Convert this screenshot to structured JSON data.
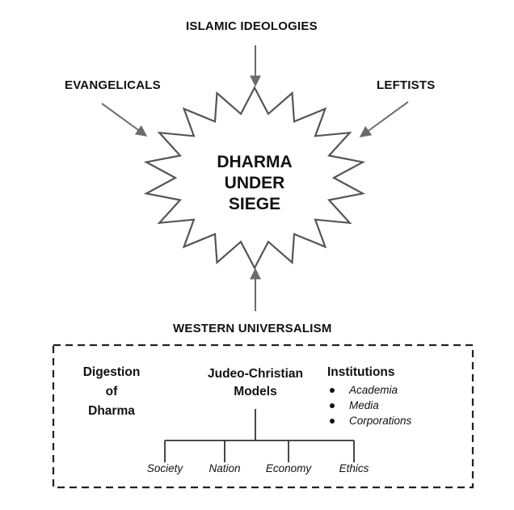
{
  "center": {
    "line1": "DHARMA",
    "line2": "UNDER",
    "line3": "SIEGE"
  },
  "forces": {
    "top": "ISLAMIC IDEOLOGIES",
    "left": "EVANGELICALS",
    "right": "LEFTISTS",
    "bottom": "WESTERN UNIVERSALISM"
  },
  "box": {
    "digestion": {
      "line1": "Digestion",
      "line2": "of",
      "line3": "Dharma"
    },
    "models": {
      "line1": "Judeo-Christian",
      "line2": "Models"
    },
    "institutions": {
      "title": "Institutions",
      "items": [
        "Academia",
        "Media",
        "Corporations"
      ]
    },
    "branches": [
      "Society",
      "Nation",
      "Economy",
      "Ethics"
    ]
  },
  "colors": {
    "arrow": "#6b6b6b",
    "text": "#111111",
    "border": "#222222"
  }
}
